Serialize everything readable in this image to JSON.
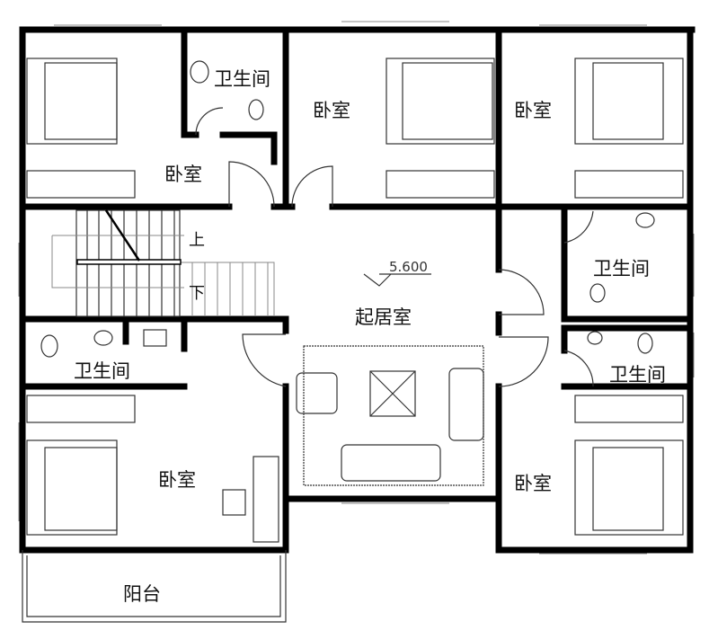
{
  "rooms": {
    "bedroom_top_left": "卧室",
    "bath_top": "卫生间",
    "bedroom_top_mid": "卧室",
    "bedroom_top_right": "卧室",
    "bath_right_upper": "卫生间",
    "living": "起居室",
    "bath_left": "卫生间",
    "bath_right_lower": "卫生间",
    "bedroom_bottom_left": "卧室",
    "bedroom_bottom_right": "卧室",
    "balcony": "阳台"
  },
  "stairs": {
    "up": "上",
    "down": "下"
  },
  "elevation": "5.600"
}
